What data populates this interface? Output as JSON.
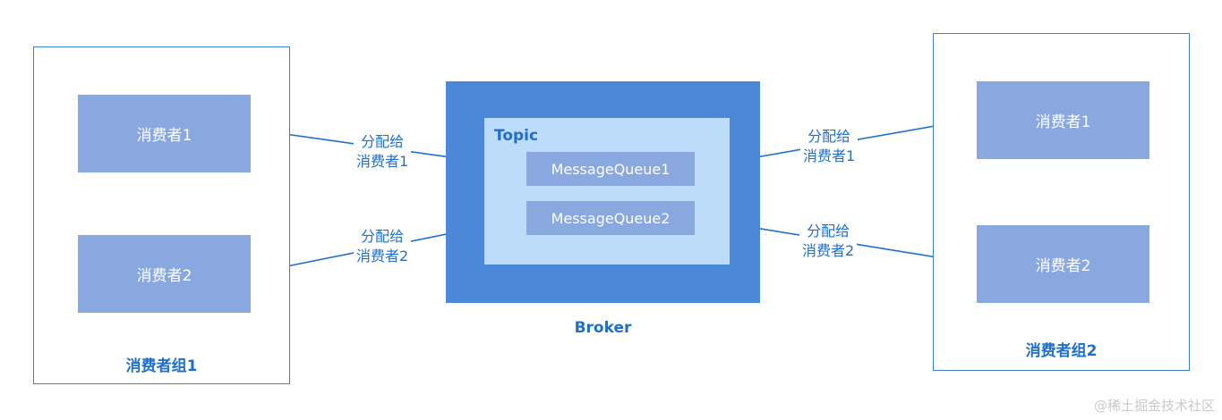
{
  "groups": [
    {
      "title": "消费者组1",
      "consumers": [
        "消费者1",
        "消费者2"
      ]
    },
    {
      "title": "消费者组2",
      "consumers": [
        "消费者1",
        "消费者2"
      ]
    }
  ],
  "broker": {
    "label": "Broker",
    "topic": {
      "label": "Topic",
      "queues": [
        "MessageQueue1",
        "MessageQueue2"
      ]
    }
  },
  "edges": {
    "left_1": {
      "line1": "分配给",
      "line2": "消费者1"
    },
    "left_2": {
      "line1": "分配给",
      "line2": "消费者2"
    },
    "right_1": {
      "line1": "分配给",
      "line2": "消费者1"
    },
    "right_2": {
      "line1": "分配给",
      "line2": "消费者2"
    }
  },
  "colors": {
    "accent": "#1f6fc9",
    "broker_fill": "#4d88d8",
    "topic_fill": "#bcdcfa",
    "node_fill": "#8aa8e0",
    "border": "#3a7fd0"
  },
  "watermark": "@稀土掘金技术社区"
}
